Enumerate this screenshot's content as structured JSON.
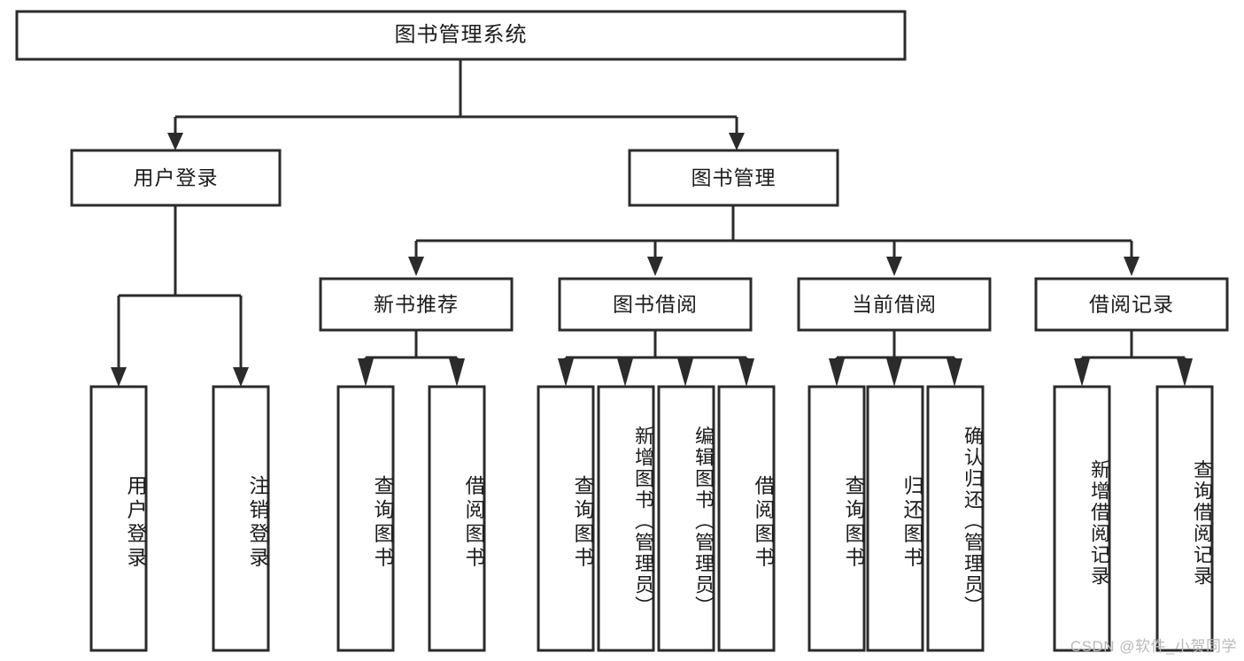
{
  "diagram": {
    "type": "tree",
    "title": "图书管理系统",
    "watermark": "CSDN @软件_小贺同学",
    "colors": {
      "stroke": "#2b2b2b",
      "box_fill": "#ffffff",
      "text": "#1b1b1b",
      "background": "#ffffff",
      "watermark": "#b9b9b9"
    },
    "levels": {
      "root": "图书管理系统",
      "level1": [
        "用户登录",
        "图书管理"
      ],
      "level2": [
        "新书推荐",
        "图书借阅",
        "当前借阅",
        "借阅记录"
      ]
    },
    "nodes": {
      "root": {
        "label": "图书管理系统"
      },
      "user_login": {
        "label": "用户登录"
      },
      "book_manage": {
        "label": "图书管理"
      },
      "new_book_recommend": {
        "label": "新书推荐"
      },
      "book_borrow": {
        "label": "图书借阅"
      },
      "current_borrow": {
        "label": "当前借阅"
      },
      "borrow_record": {
        "label": "借阅记录"
      },
      "leaf_user_login": {
        "label": "用户登录"
      },
      "leaf_user_logout": {
        "label": "注销登录"
      },
      "leaf_query_book_1": {
        "label": "查询图书"
      },
      "leaf_borrow_book_1": {
        "label": "借阅图书"
      },
      "leaf_query_book_2": {
        "label": "查询图书"
      },
      "leaf_add_book_admin": {
        "label": "新增图书（管理员）"
      },
      "leaf_edit_book_admin": {
        "label": "编辑图书（管理员）"
      },
      "leaf_borrow_book_2": {
        "label": "借阅图书"
      },
      "leaf_query_book_3": {
        "label": "查询图书"
      },
      "leaf_return_book": {
        "label": "归还图书"
      },
      "leaf_confirm_return_admin": {
        "label": "确认归还（管理员）"
      },
      "leaf_add_borrow_record": {
        "label": "新增借阅记录"
      },
      "leaf_query_borrow_record": {
        "label": "查询借阅记录"
      }
    },
    "edges": [
      {
        "from": "root",
        "to": "用户登录"
      },
      {
        "from": "root",
        "to": "图书管理"
      },
      {
        "from": "用户登录",
        "to": "用户登录(叶)"
      },
      {
        "from": "用户登录",
        "to": "注销登录"
      },
      {
        "from": "图书管理",
        "to": "新书推荐"
      },
      {
        "from": "图书管理",
        "to": "图书借阅"
      },
      {
        "from": "图书管理",
        "to": "当前借阅"
      },
      {
        "from": "图书管理",
        "to": "借阅记录"
      },
      {
        "from": "新书推荐",
        "to": "查询图书"
      },
      {
        "from": "新书推荐",
        "to": "借阅图书"
      },
      {
        "from": "图书借阅",
        "to": "查询图书"
      },
      {
        "from": "图书借阅",
        "to": "新增图书（管理员）"
      },
      {
        "from": "图书借阅",
        "to": "编辑图书（管理员）"
      },
      {
        "from": "图书借阅",
        "to": "借阅图书"
      },
      {
        "from": "当前借阅",
        "to": "查询图书"
      },
      {
        "from": "当前借阅",
        "to": "归还图书"
      },
      {
        "from": "当前借阅",
        "to": "确认归还（管理员）"
      },
      {
        "from": "借阅记录",
        "to": "新增借阅记录"
      },
      {
        "from": "借阅记录",
        "to": "查询借阅记录"
      }
    ]
  }
}
